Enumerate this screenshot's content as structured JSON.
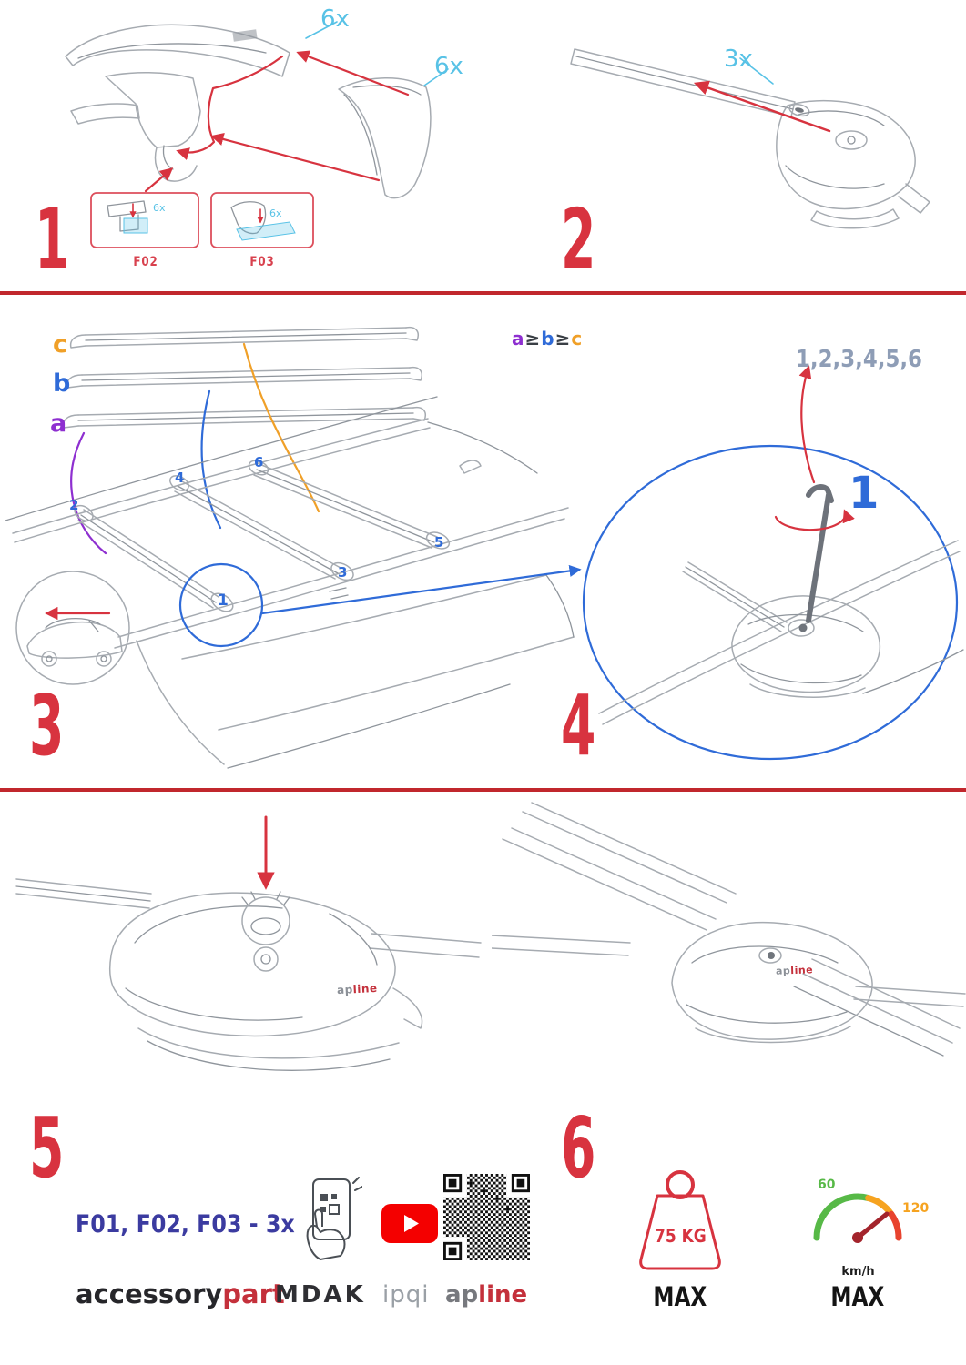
{
  "colors": {
    "red": "#d7333f",
    "divider_red": "#c1272d",
    "cyan": "#58c2e6",
    "blue": "#2f6bd8",
    "purple": "#8e2fd0",
    "orange": "#f0a028",
    "navy": "#3b3ba0",
    "slate": "#8e9db6",
    "green": "#57b947",
    "youtube_red": "#f40000"
  },
  "steps": {
    "s1": {
      "numeral": "1",
      "qty_cover_top": "6x",
      "qty_cover_right": "6x",
      "box1": {
        "label": "F02",
        "qty": "6x"
      },
      "box2": {
        "label": "F03",
        "qty": "6x"
      }
    },
    "s2": {
      "numeral": "2",
      "qty": "3x"
    },
    "s3": {
      "numeral": "3",
      "bars": {
        "c": "c",
        "b": "b",
        "a": "a"
      },
      "formula": {
        "a": "a",
        "ge1": "≥",
        "b": "b",
        "ge2": "≥",
        "c": "c"
      },
      "positions": {
        "p1": "1",
        "p2": "2",
        "p3": "3",
        "p4": "4",
        "p5": "5",
        "p6": "6"
      }
    },
    "s4": {
      "numeral": "4",
      "sequence": "1,2,3,4,5,6",
      "callout": "1"
    },
    "s5": {
      "numeral": "5",
      "logo": {
        "gray": "ap",
        "red": "line"
      }
    },
    "s6": {
      "numeral": "6",
      "logo": {
        "gray": "ap",
        "red": "line"
      }
    }
  },
  "footer": {
    "parts_line": "F01, F02, F03 - 3x",
    "brands": {
      "b1_black": "accessory",
      "b1_red": "part",
      "b2": "MDAK",
      "b3": "ipqi",
      "b4_gray": "ap",
      "b4_red": "line"
    },
    "weight": {
      "value": "75 KG",
      "max": "MAX"
    },
    "speed": {
      "low": "60",
      "high": "120",
      "unit": "km/h",
      "max": "MAX"
    }
  }
}
